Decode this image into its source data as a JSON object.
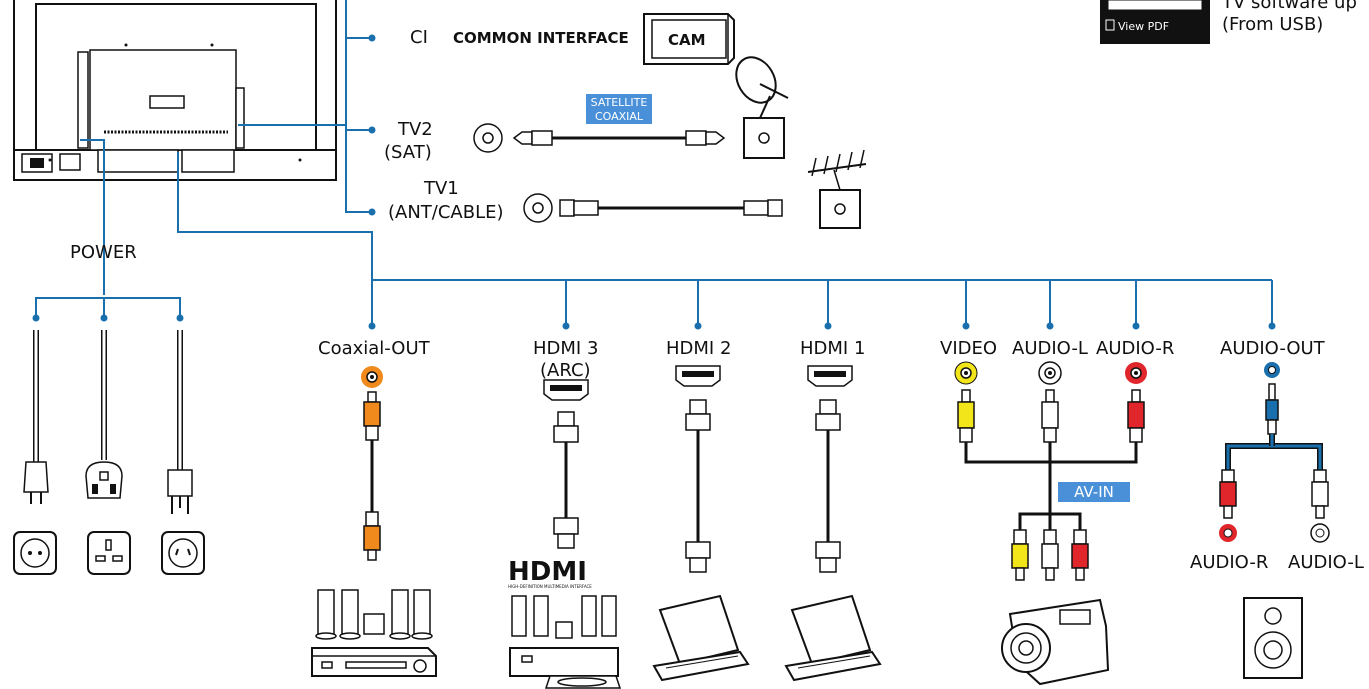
{
  "tv_ports": {
    "ci": {
      "prefix": "CI",
      "label": "COMMON INTERFACE",
      "module": "CAM"
    },
    "tv2": {
      "line1": "TV2",
      "line2": "(SAT)"
    },
    "tv1": {
      "line1": "TV1",
      "line2": "(ANT/CABLE)"
    },
    "satellite_badge": {
      "line1": "SATELLITE",
      "line2": "COAXIAL"
    }
  },
  "power": {
    "label": "POWER"
  },
  "outputs": {
    "coaxial_out": "Coaxial-OUT",
    "hdmi3": {
      "line1": "HDMI 3",
      "line2": "(ARC)"
    },
    "hdmi2": "HDMI 2",
    "hdmi1": "HDMI 1",
    "video": "VIDEO",
    "audio_l": "AUDIO-L",
    "audio_r": "AUDIO-R",
    "av_in": "AV-IN",
    "audio_out": "AUDIO-OUT",
    "audio_r_bottom": "AUDIO-R",
    "audio_l_bottom": "AUDIO-L",
    "hdmi_logo": "HDMI",
    "hdmi_tagline": "HIGH-DEFINITION MULTIMEDIA INTERFACE"
  },
  "corner_note": {
    "line1": "TV software up",
    "line2": "(From USB)",
    "view_pdf": "View PDF"
  },
  "colors": {
    "line_blue": "#1a6fad",
    "badge_blue": "#4a90d9",
    "jack_orange": "#f08a1c",
    "jack_yellow": "#f2e61a",
    "jack_red": "#e0262b"
  }
}
